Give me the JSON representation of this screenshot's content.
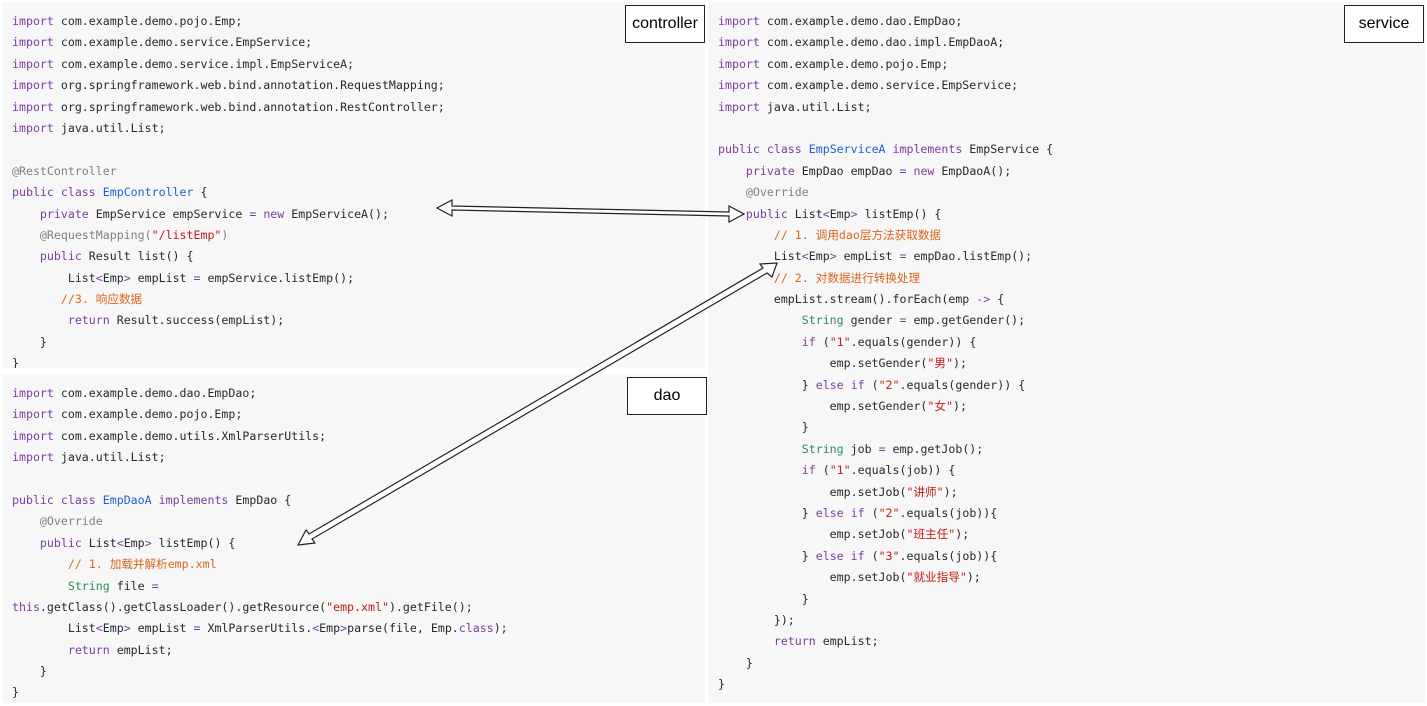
{
  "labels": {
    "controller": "controller",
    "dao": "dao",
    "service": "service"
  },
  "controller_code": [
    [
      {
        "t": "kw",
        "v": "import"
      },
      {
        "t": "plain",
        "v": " com.example.demo.pojo.Emp;"
      }
    ],
    [
      {
        "t": "kw",
        "v": "import"
      },
      {
        "t": "plain",
        "v": " com.example.demo.service.EmpService;"
      }
    ],
    [
      {
        "t": "kw",
        "v": "import"
      },
      {
        "t": "plain",
        "v": " com.example.demo.service.impl.EmpServiceA;"
      }
    ],
    [
      {
        "t": "kw",
        "v": "import"
      },
      {
        "t": "plain",
        "v": " org.springframework.web.bind.annotation.RequestMapping;"
      }
    ],
    [
      {
        "t": "kw",
        "v": "import"
      },
      {
        "t": "plain",
        "v": " org.springframework.web.bind.annotation.RestController;"
      }
    ],
    [
      {
        "t": "kw",
        "v": "import"
      },
      {
        "t": "plain",
        "v": " java.util.List;"
      }
    ],
    [],
    [
      {
        "t": "ann",
        "v": "@RestController"
      }
    ],
    [
      {
        "t": "kw",
        "v": "public class"
      },
      {
        "t": "plain",
        "v": " "
      },
      {
        "t": "cls",
        "v": "EmpController"
      },
      {
        "t": "plain",
        "v": " {"
      }
    ],
    [
      {
        "t": "plain",
        "v": "    "
      },
      {
        "t": "kw",
        "v": "private"
      },
      {
        "t": "plain",
        "v": " EmpService empService "
      },
      {
        "t": "kw",
        "v": "="
      },
      {
        "t": "plain",
        "v": " "
      },
      {
        "t": "kw",
        "v": "new"
      },
      {
        "t": "plain",
        "v": " EmpServiceA();"
      }
    ],
    [
      {
        "t": "plain",
        "v": "    "
      },
      {
        "t": "ann",
        "v": "@RequestMapping("
      },
      {
        "t": "str",
        "v": "\"/listEmp\""
      },
      {
        "t": "ann",
        "v": ")"
      }
    ],
    [
      {
        "t": "plain",
        "v": "    "
      },
      {
        "t": "kw",
        "v": "public"
      },
      {
        "t": "plain",
        "v": " Result list() {"
      }
    ],
    [
      {
        "t": "plain",
        "v": "        List"
      },
      {
        "t": "kw",
        "v": "<"
      },
      {
        "t": "plain",
        "v": "Emp"
      },
      {
        "t": "kw",
        "v": ">"
      },
      {
        "t": "plain",
        "v": " empList "
      },
      {
        "t": "kw",
        "v": "="
      },
      {
        "t": "plain",
        "v": " empService.listEmp();"
      }
    ],
    [
      {
        "t": "plain",
        "v": "       "
      },
      {
        "t": "cmt",
        "v": "//3. 响应数据"
      }
    ],
    [
      {
        "t": "plain",
        "v": "        "
      },
      {
        "t": "kw",
        "v": "return"
      },
      {
        "t": "plain",
        "v": " Result.success(empList);"
      }
    ],
    [
      {
        "t": "plain",
        "v": "    }"
      }
    ],
    [
      {
        "t": "plain",
        "v": "}"
      }
    ]
  ],
  "dao_code": [
    [
      {
        "t": "kw",
        "v": "import"
      },
      {
        "t": "plain",
        "v": " com.example.demo.dao.EmpDao;"
      }
    ],
    [
      {
        "t": "kw",
        "v": "import"
      },
      {
        "t": "plain",
        "v": " com.example.demo.pojo.Emp;"
      }
    ],
    [
      {
        "t": "kw",
        "v": "import"
      },
      {
        "t": "plain",
        "v": " com.example.demo.utils.XmlParserUtils;"
      }
    ],
    [
      {
        "t": "kw",
        "v": "import"
      },
      {
        "t": "plain",
        "v": " java.util.List;"
      }
    ],
    [],
    [
      {
        "t": "kw",
        "v": "public class"
      },
      {
        "t": "plain",
        "v": " "
      },
      {
        "t": "cls",
        "v": "EmpDaoA"
      },
      {
        "t": "plain",
        "v": " "
      },
      {
        "t": "kw",
        "v": "implements"
      },
      {
        "t": "plain",
        "v": " EmpDao {"
      }
    ],
    [
      {
        "t": "plain",
        "v": "    "
      },
      {
        "t": "ann",
        "v": "@Override"
      }
    ],
    [
      {
        "t": "plain",
        "v": "    "
      },
      {
        "t": "kw",
        "v": "public"
      },
      {
        "t": "plain",
        "v": " List"
      },
      {
        "t": "kw",
        "v": "<"
      },
      {
        "t": "plain",
        "v": "Emp"
      },
      {
        "t": "kw",
        "v": ">"
      },
      {
        "t": "plain",
        "v": " listEmp() {"
      }
    ],
    [
      {
        "t": "plain",
        "v": "        "
      },
      {
        "t": "cmt",
        "v": "// 1. 加载并解析emp.xml"
      }
    ],
    [
      {
        "t": "plain",
        "v": "        "
      },
      {
        "t": "typ",
        "v": "String"
      },
      {
        "t": "plain",
        "v": " file "
      },
      {
        "t": "kw",
        "v": "="
      }
    ],
    [
      {
        "t": "kw",
        "v": "this"
      },
      {
        "t": "plain",
        "v": ".getClass().getClassLoader().getResource("
      },
      {
        "t": "str",
        "v": "\"emp.xml\""
      },
      {
        "t": "plain",
        "v": ").getFile();"
      }
    ],
    [
      {
        "t": "plain",
        "v": "        List"
      },
      {
        "t": "kw",
        "v": "<"
      },
      {
        "t": "plain",
        "v": "Emp"
      },
      {
        "t": "kw",
        "v": ">"
      },
      {
        "t": "plain",
        "v": " empList "
      },
      {
        "t": "kw",
        "v": "="
      },
      {
        "t": "plain",
        "v": " XmlParserUtils."
      },
      {
        "t": "kw",
        "v": "<"
      },
      {
        "t": "plain",
        "v": "Emp"
      },
      {
        "t": "kw",
        "v": ">"
      },
      {
        "t": "plain",
        "v": "parse(file, Emp."
      },
      {
        "t": "kw",
        "v": "class"
      },
      {
        "t": "plain",
        "v": ");"
      }
    ],
    [
      {
        "t": "plain",
        "v": "        "
      },
      {
        "t": "kw",
        "v": "return"
      },
      {
        "t": "plain",
        "v": " empList;"
      }
    ],
    [
      {
        "t": "plain",
        "v": "    }"
      }
    ],
    [
      {
        "t": "plain",
        "v": "}"
      }
    ]
  ],
  "service_code": [
    [
      {
        "t": "kw",
        "v": "import"
      },
      {
        "t": "plain",
        "v": " com.example.demo.dao.EmpDao;"
      }
    ],
    [
      {
        "t": "kw",
        "v": "import"
      },
      {
        "t": "plain",
        "v": " com.example.demo.dao.impl.EmpDaoA;"
      }
    ],
    [
      {
        "t": "kw",
        "v": "import"
      },
      {
        "t": "plain",
        "v": " com.example.demo.pojo.Emp;"
      }
    ],
    [
      {
        "t": "kw",
        "v": "import"
      },
      {
        "t": "plain",
        "v": " com.example.demo.service.EmpService;"
      }
    ],
    [
      {
        "t": "kw",
        "v": "import"
      },
      {
        "t": "plain",
        "v": " java.util.List;"
      }
    ],
    [],
    [
      {
        "t": "kw",
        "v": "public class"
      },
      {
        "t": "plain",
        "v": " "
      },
      {
        "t": "cls",
        "v": "EmpServiceA"
      },
      {
        "t": "plain",
        "v": " "
      },
      {
        "t": "kw",
        "v": "implements"
      },
      {
        "t": "plain",
        "v": " EmpService {"
      }
    ],
    [
      {
        "t": "plain",
        "v": "    "
      },
      {
        "t": "kw",
        "v": "private"
      },
      {
        "t": "plain",
        "v": " EmpDao empDao "
      },
      {
        "t": "kw",
        "v": "="
      },
      {
        "t": "plain",
        "v": " "
      },
      {
        "t": "kw",
        "v": "new"
      },
      {
        "t": "plain",
        "v": " EmpDaoA();"
      }
    ],
    [
      {
        "t": "plain",
        "v": "    "
      },
      {
        "t": "ann",
        "v": "@Override"
      }
    ],
    [
      {
        "t": "plain",
        "v": "    "
      },
      {
        "t": "kw",
        "v": "public"
      },
      {
        "t": "plain",
        "v": " List"
      },
      {
        "t": "kw",
        "v": "<"
      },
      {
        "t": "plain",
        "v": "Emp"
      },
      {
        "t": "kw",
        "v": ">"
      },
      {
        "t": "plain",
        "v": " listEmp() {"
      }
    ],
    [
      {
        "t": "plain",
        "v": "        "
      },
      {
        "t": "cmt",
        "v": "// 1. 调用dao层方法获取数据"
      }
    ],
    [
      {
        "t": "plain",
        "v": "        List"
      },
      {
        "t": "kw",
        "v": "<"
      },
      {
        "t": "plain",
        "v": "Emp"
      },
      {
        "t": "kw",
        "v": ">"
      },
      {
        "t": "plain",
        "v": " empList "
      },
      {
        "t": "kw",
        "v": "="
      },
      {
        "t": "plain",
        "v": " empDao.listEmp();"
      }
    ],
    [
      {
        "t": "plain",
        "v": "        "
      },
      {
        "t": "cmt",
        "v": "// 2. 对数据进行转换处理"
      }
    ],
    [
      {
        "t": "plain",
        "v": "        empList.stream().forEach(emp "
      },
      {
        "t": "kw",
        "v": "->"
      },
      {
        "t": "plain",
        "v": " {"
      }
    ],
    [
      {
        "t": "plain",
        "v": "            "
      },
      {
        "t": "typ",
        "v": "String"
      },
      {
        "t": "plain",
        "v": " gender "
      },
      {
        "t": "kw",
        "v": "="
      },
      {
        "t": "plain",
        "v": " emp.getGender();"
      }
    ],
    [
      {
        "t": "plain",
        "v": "            "
      },
      {
        "t": "kw",
        "v": "if"
      },
      {
        "t": "plain",
        "v": " ("
      },
      {
        "t": "str",
        "v": "\"1\""
      },
      {
        "t": "plain",
        "v": ".equals(gender)) {"
      }
    ],
    [
      {
        "t": "plain",
        "v": "                emp.setGender("
      },
      {
        "t": "str",
        "v": "\"男\""
      },
      {
        "t": "plain",
        "v": ");"
      }
    ],
    [
      {
        "t": "plain",
        "v": "            } "
      },
      {
        "t": "kw",
        "v": "else if"
      },
      {
        "t": "plain",
        "v": " ("
      },
      {
        "t": "str",
        "v": "\"2\""
      },
      {
        "t": "plain",
        "v": ".equals(gender)) {"
      }
    ],
    [
      {
        "t": "plain",
        "v": "                emp.setGender("
      },
      {
        "t": "str",
        "v": "\"女\""
      },
      {
        "t": "plain",
        "v": ");"
      }
    ],
    [
      {
        "t": "plain",
        "v": "            }"
      }
    ],
    [
      {
        "t": "plain",
        "v": "            "
      },
      {
        "t": "typ",
        "v": "String"
      },
      {
        "t": "plain",
        "v": " job "
      },
      {
        "t": "kw",
        "v": "="
      },
      {
        "t": "plain",
        "v": " emp.getJob();"
      }
    ],
    [
      {
        "t": "plain",
        "v": "            "
      },
      {
        "t": "kw",
        "v": "if"
      },
      {
        "t": "plain",
        "v": " ("
      },
      {
        "t": "str",
        "v": "\"1\""
      },
      {
        "t": "plain",
        "v": ".equals(job)) {"
      }
    ],
    [
      {
        "t": "plain",
        "v": "                emp.setJob("
      },
      {
        "t": "str",
        "v": "\"讲师\""
      },
      {
        "t": "plain",
        "v": ");"
      }
    ],
    [
      {
        "t": "plain",
        "v": "            } "
      },
      {
        "t": "kw",
        "v": "else if"
      },
      {
        "t": "plain",
        "v": " ("
      },
      {
        "t": "str",
        "v": "\"2\""
      },
      {
        "t": "plain",
        "v": ".equals(job)){"
      }
    ],
    [
      {
        "t": "plain",
        "v": "                emp.setJob("
      },
      {
        "t": "str",
        "v": "\"班主任\""
      },
      {
        "t": "plain",
        "v": ");"
      }
    ],
    [
      {
        "t": "plain",
        "v": "            } "
      },
      {
        "t": "kw",
        "v": "else if"
      },
      {
        "t": "plain",
        "v": " ("
      },
      {
        "t": "str",
        "v": "\"3\""
      },
      {
        "t": "plain",
        "v": ".equals(job)){"
      }
    ],
    [
      {
        "t": "plain",
        "v": "                emp.setJob("
      },
      {
        "t": "str",
        "v": "\"就业指导\""
      },
      {
        "t": "plain",
        "v": ");"
      }
    ],
    [
      {
        "t": "plain",
        "v": "            }"
      }
    ],
    [
      {
        "t": "plain",
        "v": "        });"
      }
    ],
    [
      {
        "t": "plain",
        "v": "        "
      },
      {
        "t": "kw",
        "v": "return"
      },
      {
        "t": "plain",
        "v": " empList;"
      }
    ],
    [
      {
        "t": "plain",
        "v": "    }"
      }
    ],
    [
      {
        "t": "plain",
        "v": "}"
      }
    ]
  ],
  "colors": {
    "keyword": "#7a3e9d",
    "class_name": "#1f5fd6",
    "string": "#c41a16",
    "comment": "#d9661f",
    "annotation": "#808080",
    "type": "#2e8b57",
    "panel_bg": "#f7f7f7"
  }
}
